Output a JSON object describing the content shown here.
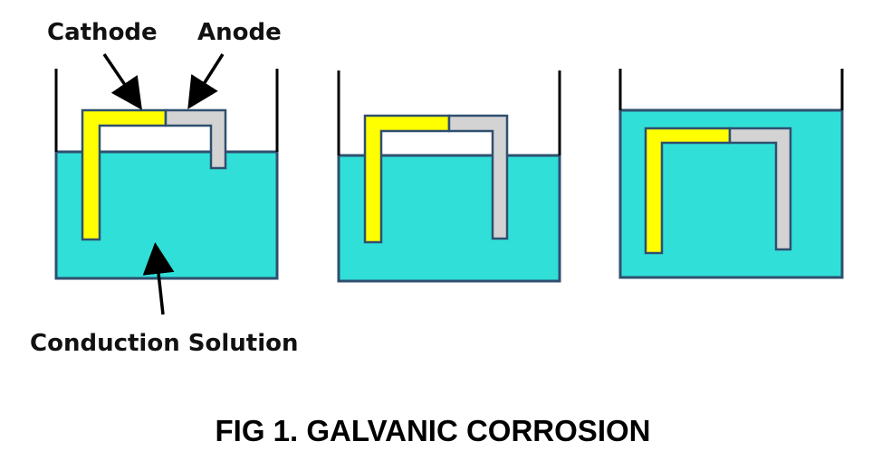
{
  "labels": {
    "cathode": "Cathode",
    "anode": "Anode",
    "solution": "Conduction Solution"
  },
  "caption": "FIG 1. GALVANIC CORROSION",
  "colors": {
    "solution": "#30e0d8",
    "cathode": "#ffff00",
    "anode": "#d3d3d3",
    "outline": "#2f4f6f",
    "wall": "#000000"
  }
}
